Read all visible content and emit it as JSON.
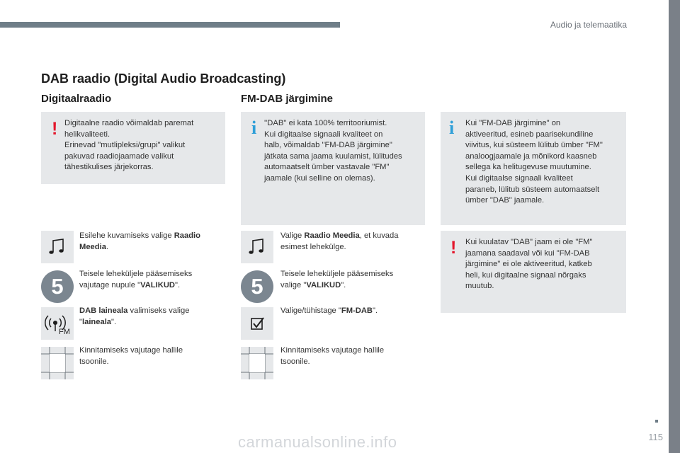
{
  "header": {
    "section": "Audio ja telemaatika"
  },
  "page": {
    "title": "DAB raadio (Digital Audio Broadcasting)",
    "number": "115",
    "watermark": "carmanualsonline.info"
  },
  "left": {
    "heading": "Digitaalraadio",
    "warning": {
      "icon": "exclamation-warning-icon",
      "lines": [
        "Digitaalne raadio võimaldab paremat",
        "helikvaliteeti.",
        "Erinevad \"mutlipleksi/grupi\" valikut",
        "pakuvad raadiojaamade valikut",
        "tähestikulises järjekorras."
      ]
    },
    "steps": [
      {
        "icon": "music-note-icon",
        "text": "Esilehe kuvamiseks valige ",
        "bold": "Raadio",
        "bold2": "Meedia",
        "end": "."
      },
      {
        "icon": "step-number-5",
        "number": "5",
        "line1": "Teisele leheküljele pääsemiseks",
        "line2_pre": "vajutage nupule \"",
        "bold": "VALIKUD",
        "line2_end": "\"."
      },
      {
        "icon": "fm-radio-icon",
        "icon_label": "FM",
        "bold": "DAB laineala",
        "line1_rest": " valimiseks valige",
        "line2_pre": "\"",
        "bold2": "laineala",
        "line2_end": "\"."
      },
      {
        "icon": "confirm-zone-icon",
        "line1": "Kinnitamiseks vajutage hallile",
        "line2": "tsoonile."
      }
    ]
  },
  "right": {
    "heading": "FM-DAB järgimine",
    "info1": {
      "icon": "info-icon",
      "lines": [
        "''DAB'' ei kata 100% territooriumist.",
        "Kui digitaalse signaali kvaliteet on",
        "halb, võimaldab \"FM-DAB järgimine\"",
        "jätkata sama jaama kuulamist, lülitudes",
        "automaatselt ümber vastavale \"FM\"",
        "jaamale (kui selline on olemas)."
      ]
    },
    "info2": {
      "icon": "info-icon",
      "lines": [
        "Kui \"FM-DAB järgimine\" on",
        "aktiveeritud, esineb paarisekundiline",
        "viivitus, kui süsteem lülitub ümber \"FM\"",
        "analoogjaamale ja mõnikord kaasneb",
        "sellega ka helitugevuse muutumine.",
        "Kui digitaalse signaali kvaliteet",
        "paraneb, lülitub süsteem automaatselt",
        "ümber \"DAB\" jaamale."
      ]
    },
    "warning": {
      "icon": "exclamation-warning-icon",
      "lines": [
        "Kui kuulatav \"DAB\" jaam ei ole \"FM\"",
        "jaamana saadaval või kui \"FM-DAB",
        "järgimine\" ei ole aktiveeritud, katkeb",
        "heli, kui digitaalne signaal nõrgaks",
        "muutub."
      ]
    },
    "steps": [
      {
        "icon": "music-note-icon",
        "pre": "Valige ",
        "bold": "Raadio Meedia",
        "rest": ", et kuvada",
        "line2": "esimest lehekülge."
      },
      {
        "icon": "step-number-5",
        "number": "5",
        "line1": "Teisele leheküljele pääsemiseks",
        "line2_pre": "valige \"",
        "bold": "VALIKUD",
        "line2_end": "\"."
      },
      {
        "icon": "checkbox-check-icon",
        "pre": "Valige/tühistage \"",
        "bold": "FM-DAB",
        "end": "\"."
      },
      {
        "icon": "confirm-zone-icon",
        "line1": "Kinnitamiseks vajutage hallile",
        "line2": "tsoonile."
      }
    ]
  }
}
